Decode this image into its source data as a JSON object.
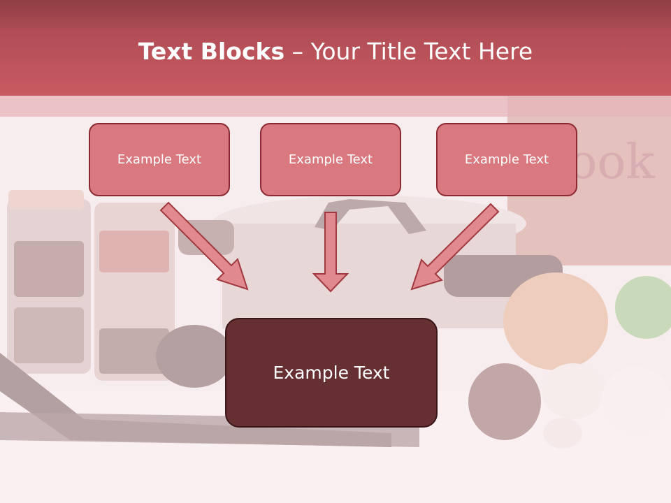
{
  "slide": {
    "title_bold": "Text Blocks",
    "title_dash": " – ",
    "title_rest": "Your Title Text Here",
    "boxes": [
      {
        "label": "Example Text"
      },
      {
        "label": "Example Text"
      },
      {
        "label": "Example Text"
      }
    ],
    "center_box": {
      "label": "Example Text"
    },
    "background_sign_text": "book book"
  },
  "colors": {
    "header": "#c95a62",
    "header_dark": "#8e3e44",
    "box_fill": "#d9787e",
    "box_border": "#8c2a33",
    "center_fill": "#662f31",
    "arrow_fill": "#e08a8f"
  }
}
